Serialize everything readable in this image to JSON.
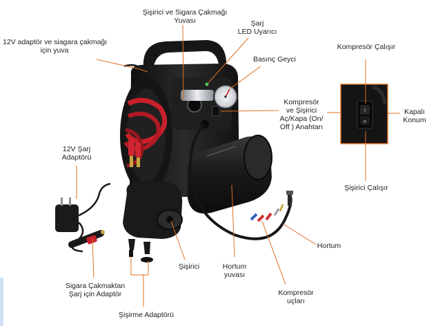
{
  "labels": {
    "inflator_cigarette": {
      "line1": "Şişirici ve Sigara Çakmağı",
      "line2": "Yuvası"
    },
    "adapter_socket": {
      "line1": "12V adaptör ve siagara çakmağı",
      "line2": "için yuva"
    },
    "charge_led": {
      "line1": "Şarj",
      "line2": "LED Uyarıcı"
    },
    "pressure_gauge": {
      "line1": "Basınç Geyci"
    },
    "compressor_switch": {
      "line1": "Kompresör",
      "line2": "ve Şişirici",
      "line3": "Aç/Kapa (On/",
      "line4": "Off ) Anahtarı"
    },
    "compressor_on": {
      "line1": "Kompresör Çalışır"
    },
    "off_position": {
      "line1": "Kapalı",
      "line2": "Konum"
    },
    "inflator_on": {
      "line1": "Şişirici Çalışır"
    },
    "charge_adapter_12v": {
      "line1": "12V Şarj",
      "line2": "Adaptörü"
    },
    "hose": {
      "line1": "Hortum"
    },
    "hose_housing": {
      "line1": "Hortum",
      "line2": "yuvası"
    },
    "inflator": {
      "line1": "Şişirici"
    },
    "compressor_tips": {
      "line1": "Kompresör",
      "line2": "uçları"
    },
    "car_charger_adapter": {
      "line1": "Sigara Çakmaktan",
      "line2": "Şarj için Adaptör"
    },
    "inflation_adapter": {
      "line1": "Şişirme Adaptörü"
    }
  },
  "colors": {
    "leader_line": "#e07020",
    "device_body": "#1c1c1c",
    "cable_red": "#c8202a",
    "chrome": "#b8bcc2"
  }
}
